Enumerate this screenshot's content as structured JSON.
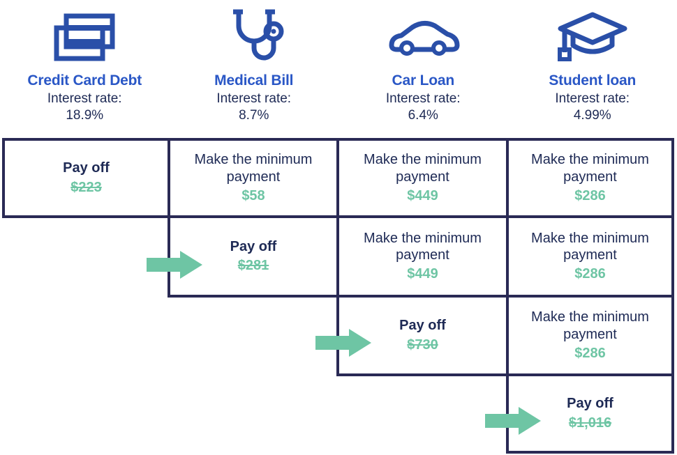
{
  "debts": [
    {
      "icon": "credit-cards-icon",
      "name": "Credit Card Debt",
      "rate_label": "Interest rate:",
      "rate_value": "18.9%"
    },
    {
      "icon": "stethoscope-icon",
      "name": "Medical Bill",
      "rate_label": "Interest rate:",
      "rate_value": "8.7%"
    },
    {
      "icon": "car-icon",
      "name": "Car Loan",
      "rate_label": "Interest rate:",
      "rate_value": "6.4%"
    },
    {
      "icon": "graduation-cap-icon",
      "name": "Student loan",
      "rate_label": "Interest rate:",
      "rate_value": "4.99%"
    }
  ],
  "rows": [
    {
      "step": 1,
      "arrow": null,
      "cells": [
        {
          "column": "Credit Card Debt",
          "action": "Pay off",
          "amount": "$223",
          "type": "payoff"
        },
        {
          "column": "Medical Bill",
          "action": "Make the minimum payment",
          "amount": "$58",
          "type": "minimum"
        },
        {
          "column": "Car Loan",
          "action": "Make the minimum payment",
          "amount": "$449",
          "type": "minimum"
        },
        {
          "column": "Student loan",
          "action": "Make the minimum payment",
          "amount": "$286",
          "type": "minimum"
        }
      ]
    },
    {
      "step": 2,
      "arrow": "arrow-right-step-2",
      "cells": [
        {
          "column": "Medical Bill",
          "action": "Pay off",
          "amount": "$281",
          "type": "payoff"
        },
        {
          "column": "Car Loan",
          "action": "Make the minimum payment",
          "amount": "$449",
          "type": "minimum"
        },
        {
          "column": "Student loan",
          "action": "Make the minimum payment",
          "amount": "$286",
          "type": "minimum"
        }
      ]
    },
    {
      "step": 3,
      "arrow": "arrow-right-step-3",
      "cells": [
        {
          "column": "Car Loan",
          "action": "Pay off",
          "amount": "$730",
          "type": "payoff"
        },
        {
          "column": "Student loan",
          "action": "Make the minimum payment",
          "amount": "$286",
          "type": "minimum"
        }
      ]
    },
    {
      "step": 4,
      "arrow": "arrow-right-step-4",
      "cells": [
        {
          "column": "Student loan",
          "action": "Pay off",
          "amount": "$1,016",
          "type": "payoff"
        }
      ]
    }
  ],
  "colors": {
    "title_blue": "#2A57C6",
    "icon_blue": "#2A4FA8",
    "text_navy": "#1E2A55",
    "border_navy": "#2A2A55",
    "amount_green": "#6EC5A4",
    "arrow_green": "#6EC5A4",
    "background": "#FFFFFF"
  },
  "chart_data": {
    "type": "table",
    "title": "Debt avalanche payoff order",
    "categories": [
      "Credit Card Debt",
      "Medical Bill",
      "Car Loan",
      "Student loan"
    ],
    "interest_rates": [
      18.9,
      8.7,
      6.4,
      4.99
    ],
    "columns": [
      "Credit Card Debt",
      "Medical Bill",
      "Car Loan",
      "Student loan"
    ],
    "rows": [
      [
        "Pay off $223",
        "Make the minimum payment $58",
        "Make the minimum payment $449",
        "Make the minimum payment $286"
      ],
      [
        "",
        "Pay off $281",
        "Make the minimum payment $449",
        "Make the minimum payment $286"
      ],
      [
        "",
        "",
        "Pay off $730",
        "Make the minimum payment $286"
      ],
      [
        "",
        "",
        "",
        "Pay off $1,016"
      ]
    ],
    "payoff_amounts": [
      223,
      281,
      730,
      1016
    ],
    "minimum_payments": {
      "Medical Bill": 58,
      "Car Loan": 449,
      "Student loan": 286
    },
    "xlabel": "",
    "ylabel": "",
    "legend": []
  }
}
